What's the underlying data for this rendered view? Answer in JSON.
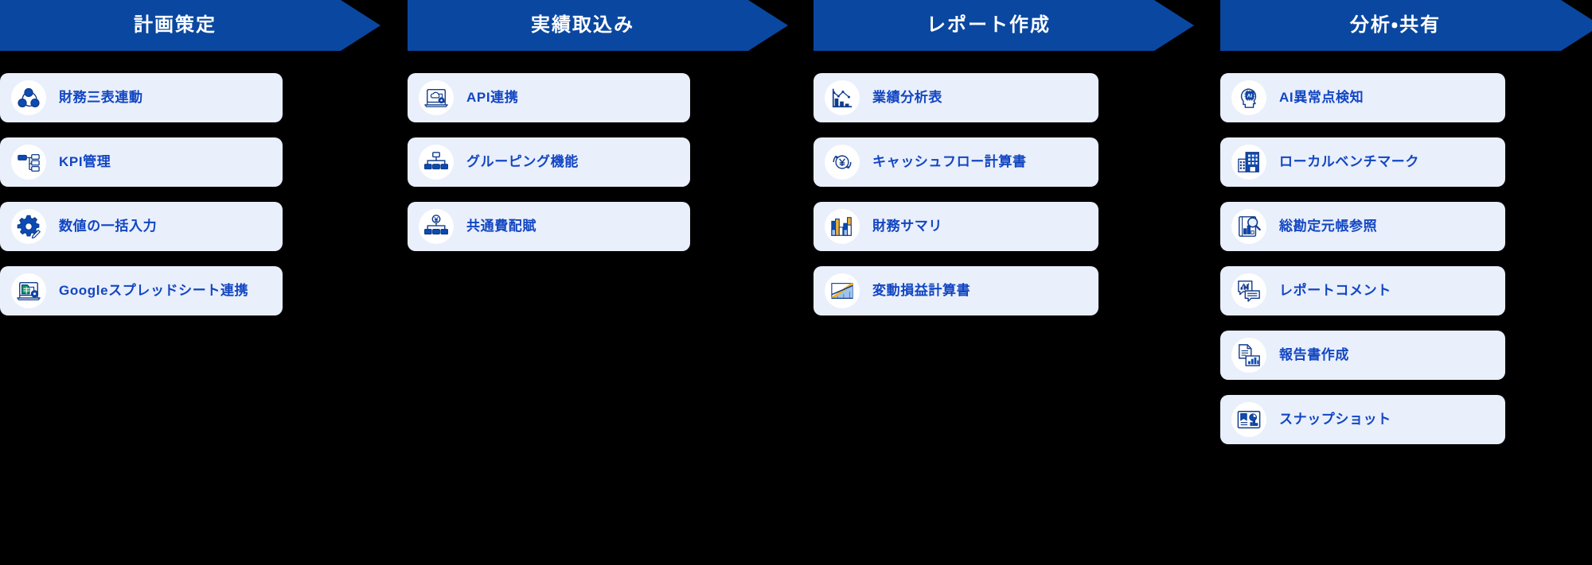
{
  "theme": {
    "background": "#000000",
    "header_blue": "#0a47a0",
    "header_text": "#ffffff",
    "card_background": "#e9effb",
    "card_text": "#1246c2",
    "icon_badge": "#ffffff"
  },
  "stages": [
    {
      "title": "計画策定",
      "features": [
        {
          "label": "財務三表連動",
          "icon": "three-circles-link-icon"
        },
        {
          "label": "KPI管理",
          "icon": "kpi-tree-icon"
        },
        {
          "label": "数値の一括入力",
          "icon": "gear-pencil-icon"
        },
        {
          "label": "Googleスプレッドシート連携",
          "icon": "laptop-spreadsheet-icon"
        }
      ]
    },
    {
      "title": "実績取込み",
      "features": [
        {
          "label": "API連携",
          "icon": "laptop-cloud-icon"
        },
        {
          "label": "グルーピング機能",
          "icon": "org-tree-icon"
        },
        {
          "label": "共通費配賦",
          "icon": "yen-allocation-tree-icon"
        }
      ]
    },
    {
      "title": "レポート作成",
      "features": [
        {
          "label": "業績分析表",
          "icon": "bar-line-chart-icon"
        },
        {
          "label": "キャッシュフロー計算書",
          "icon": "yen-cycle-icon"
        },
        {
          "label": "財務サマリ",
          "icon": "grouped-bar-chart-icon"
        },
        {
          "label": "変動損益計算書",
          "icon": "area-trend-chart-icon"
        }
      ]
    },
    {
      "title": "分析・共有",
      "features": [
        {
          "label": "AI異常点検知",
          "icon": "ai-head-chip-icon"
        },
        {
          "label": "ローカルベンチマーク",
          "icon": "buildings-icon"
        },
        {
          "label": "総勘定元帳参照",
          "icon": "ledger-magnifier-icon"
        },
        {
          "label": "レポートコメント",
          "icon": "chart-comment-bubble-icon"
        },
        {
          "label": "報告書作成",
          "icon": "document-chart-icon"
        },
        {
          "label": "スナップショット",
          "icon": "snapshot-report-icon"
        }
      ]
    }
  ]
}
